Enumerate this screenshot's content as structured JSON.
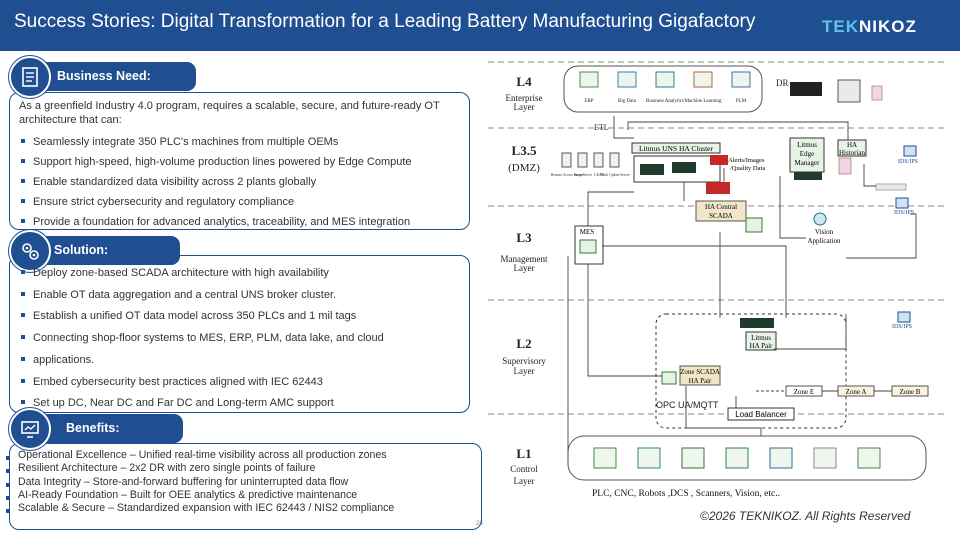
{
  "header": {
    "title": "Success Stories: Digital Transformation for a Leading Battery Manufacturing Gigafactory",
    "logo_a": "TEK",
    "logo_b": "NIKOZ"
  },
  "business": {
    "heading": "Business Need:",
    "intro": "As a greenfield Industry 4.0 program, requires a scalable, secure, and future-ready OT architecture that can:",
    "items": [
      "Seamlessly integrate 350 PLC's machines from multiple OEMs",
      "Support high-speed, high-volume production lines powered by Edge Compute",
      "Enable standardized data visibility across 2 plants globally",
      "Ensure strict cybersecurity and regulatory compliance",
      "Provide a foundation for advanced analytics, traceability, and MES integration"
    ]
  },
  "solution": {
    "heading": "Solution:",
    "items": [
      "Deploy zone-based SCADA architecture with high availability",
      "Enable OT data aggregation and a central UNS broker cluster.",
      "Establish a unified OT data model across 350 PLCs and 1 mil tags",
      "Connecting shop-floor systems to MES, ERP, PLM, data lake, and cloud",
      "applications.",
      "Embed cybersecurity best practices aligned with IEC 62443",
      "Set up DC, Near DC and Far DC and Long-term AMC support"
    ]
  },
  "benefits": {
    "heading": "Benefits:",
    "items": [
      {
        "bold": "Operational Excellence –",
        "rest": " Unified real-time visibility across all production zones"
      },
      {
        "bold": "Resilient Architecture –",
        "rest": " 2x2 DR with zero single points of failure"
      },
      {
        "bold": "Data Integrity –",
        "rest": " Store-and-forward buffering for uninterrupted data flow"
      },
      {
        "bold": "AI-Ready Foundation –",
        "rest": " Built for OEE analytics & predictive maintenance"
      },
      {
        "bold": "Scalable & Secure –",
        "rest": " Standardized expansion with IEC 62443 / NIS2 compliance"
      }
    ]
  },
  "diagram": {
    "layers": [
      {
        "id": "L4",
        "name": [
          "Enterprise",
          "Layer"
        ]
      },
      {
        "id": "L3.5",
        "name": [
          "(DMZ)"
        ]
      },
      {
        "id": "L3",
        "name": [
          "Management",
          "Layer"
        ]
      },
      {
        "id": "L2",
        "name": [
          "Supervisory",
          "Layer"
        ]
      },
      {
        "id": "L1",
        "name": [
          "Control",
          "Layer"
        ]
      }
    ],
    "enterprise_apps": [
      "ERP",
      "Big Data",
      "Business Analytics",
      "Machine Learning",
      "PLM"
    ],
    "dr": "DR",
    "etl": "ETL",
    "uns_cluster": "Litmus UNS HA Cluster",
    "alerts": [
      "Alerts/Images",
      "/Quality Data"
    ],
    "edge_manager": [
      "Litmus",
      "Edge",
      "Manager"
    ],
    "historian": [
      "HA",
      "Historian"
    ],
    "idsips": "IDS/IPS",
    "ha_scada": [
      "HA Central",
      "SCADA"
    ],
    "mes": "MES",
    "vision": [
      "Vision",
      "Application"
    ],
    "litmus_ha_pair": [
      "Litmus",
      "HA Pair"
    ],
    "zone_scada": [
      "Zone SCADA",
      "HA Pair"
    ],
    "zones": [
      "Zone E",
      "Zone A",
      "Zone B"
    ],
    "opc": "OPC UA/MQTT",
    "load_balancer": "Load Balancer",
    "devices": "PLC, CNC, Robots ,DCS , Scanners, Vision, etc..",
    "dmz_servers": [
      "Remote Access Server",
      "Jump Server",
      "LDAP",
      "Patch Update Server"
    ]
  },
  "footer": {
    "copyright": "©2026 TEKNIKOZ. All Rights Reserved",
    "page": "28"
  }
}
